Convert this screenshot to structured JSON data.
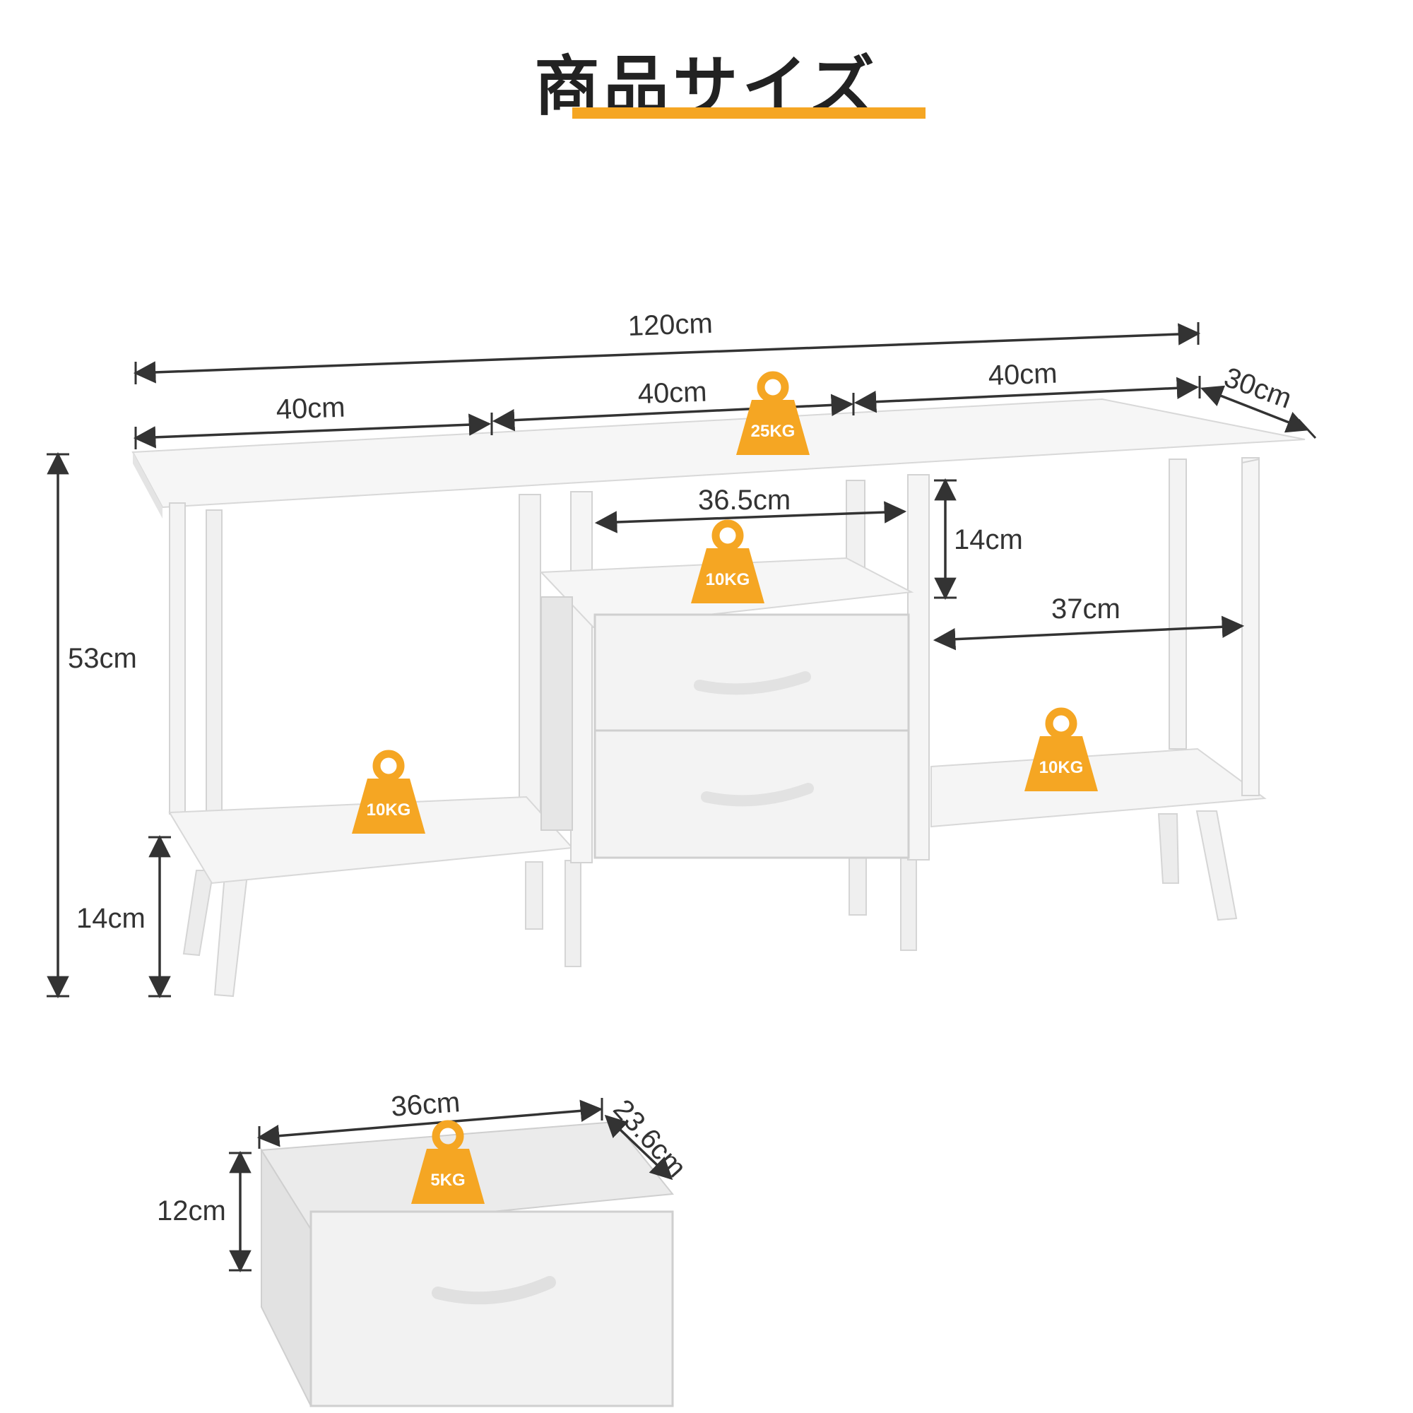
{
  "title": "商品サイズ",
  "colors": {
    "accent": "#f5a623",
    "line": "#333333",
    "furniture": "#f4f4f4"
  },
  "dimensions": {
    "total_width": "120cm",
    "left_width": "40cm",
    "middle_width": "40cm",
    "right_width": "40cm",
    "depth": "30cm",
    "inner_width_middle": "36.5cm",
    "inner_height_middle": "14cm",
    "inner_width_right": "37cm",
    "total_height": "53cm",
    "leg_height": "14cm",
    "drawer_width": "36cm",
    "drawer_depth": "23.6cm",
    "drawer_height": "12cm"
  },
  "weights": {
    "top": "25KG",
    "middle_shelf": "10KG",
    "left_shelf": "10KG",
    "right_shelf": "10KG",
    "drawer": "5KG"
  },
  "icons": [
    "weight-icon",
    "drawer-handle-icon"
  ]
}
